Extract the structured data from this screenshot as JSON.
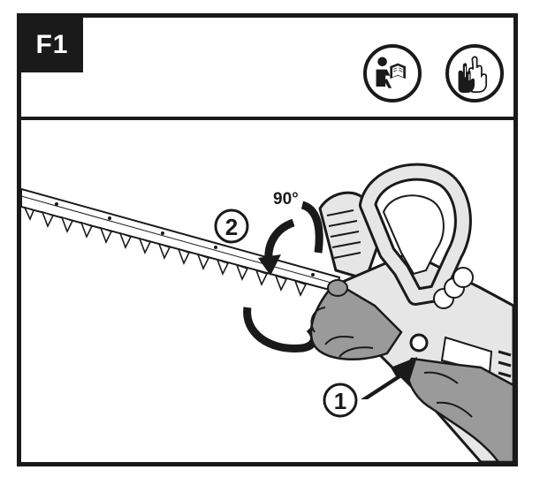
{
  "figure": {
    "label": "F1"
  },
  "icons": [
    {
      "name": "read-manual-icon"
    },
    {
      "name": "wear-gloves-icon"
    }
  ],
  "annotations": {
    "rotation_angle": "90°",
    "step_1": "1",
    "step_2": "2"
  },
  "colors": {
    "ink": "#1a1a1a",
    "tool_gray": "#e6e6e6",
    "glove_gray": "#9a9a9a"
  }
}
